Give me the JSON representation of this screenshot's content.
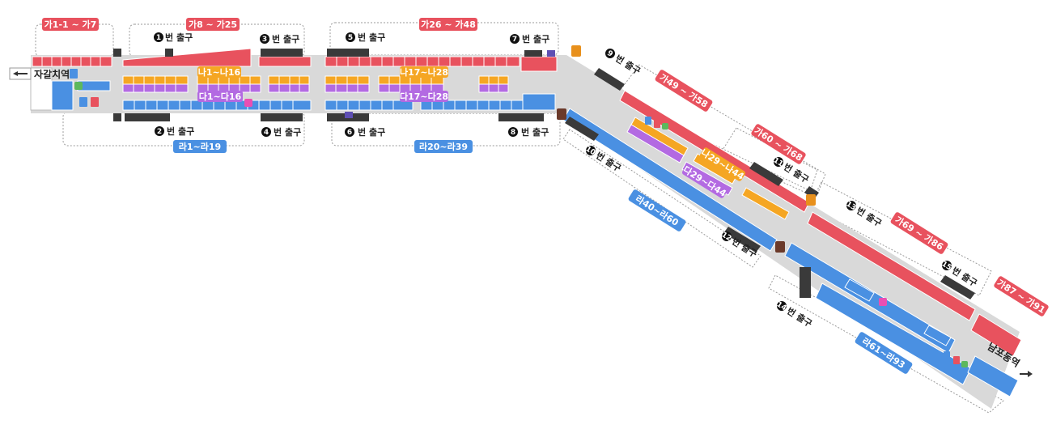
{
  "colors": {
    "red": "#e8525e",
    "blue": "#4a90e2",
    "yellow": "#f5a623",
    "purple": "#b36ae2",
    "pink": "#e94fb3",
    "green": "#5cb85c",
    "orange": "#e8901c",
    "brown": "#6b3a2a",
    "corridor": "#d9d9d9",
    "dark": "#3a3a3a"
  },
  "stations": {
    "west": "자갈치역",
    "east": "남포동역"
  },
  "zones": [
    {
      "id": "z1",
      "label": "가1-1 ~ 가7",
      "color": "red"
    },
    {
      "id": "z2",
      "label": "가8 ~ 가25",
      "color": "red"
    },
    {
      "id": "z3",
      "label": "가26 ~ 가48",
      "color": "red"
    },
    {
      "id": "z4",
      "label": "나1~나16",
      "color": "yellow"
    },
    {
      "id": "z5",
      "label": "나17~나28",
      "color": "yellow"
    },
    {
      "id": "z6",
      "label": "다1~다16",
      "color": "purple"
    },
    {
      "id": "z7",
      "label": "다17~다28",
      "color": "purple"
    },
    {
      "id": "z8",
      "label": "라1~라19",
      "color": "blue"
    },
    {
      "id": "z9",
      "label": "라20~라39",
      "color": "blue"
    },
    {
      "id": "z10",
      "label": "가49 ~ 가58",
      "color": "red"
    },
    {
      "id": "z11",
      "label": "가60 ~ 가68",
      "color": "red"
    },
    {
      "id": "z12",
      "label": "나29~나44",
      "color": "yellow"
    },
    {
      "id": "z13",
      "label": "다29~다44",
      "color": "purple"
    },
    {
      "id": "z14",
      "label": "라40~라60",
      "color": "blue"
    },
    {
      "id": "z15",
      "label": "가69 ~ 가86",
      "color": "red"
    },
    {
      "id": "z16",
      "label": "가87 ~ 가91",
      "color": "red"
    },
    {
      "id": "z17",
      "label": "라61~라93",
      "color": "blue"
    }
  ],
  "exits": [
    {
      "num": "1",
      "label": "번 출구"
    },
    {
      "num": "2",
      "label": "번 출구"
    },
    {
      "num": "3",
      "label": "번 출구"
    },
    {
      "num": "4",
      "label": "번 출구"
    },
    {
      "num": "5",
      "label": "번 출구"
    },
    {
      "num": "6",
      "label": "번 출구"
    },
    {
      "num": "7",
      "label": "번 출구"
    },
    {
      "num": "8",
      "label": "번 출구"
    },
    {
      "num": "9",
      "label": "번 출구"
    },
    {
      "num": "10",
      "label": "번 출구"
    },
    {
      "num": "11",
      "label": "번 출구"
    },
    {
      "num": "12",
      "label": "번 출구"
    },
    {
      "num": "13",
      "label": "번 출구"
    },
    {
      "num": "14",
      "label": "번 출구"
    },
    {
      "num": "15",
      "label": "번 출구"
    }
  ],
  "icons": [
    "info-icon",
    "restroom-icon",
    "escalator-icon",
    "cafe-icon",
    "atm-icon",
    "nursing-room-icon",
    "arrow-left-icon",
    "arrow-right-icon"
  ]
}
